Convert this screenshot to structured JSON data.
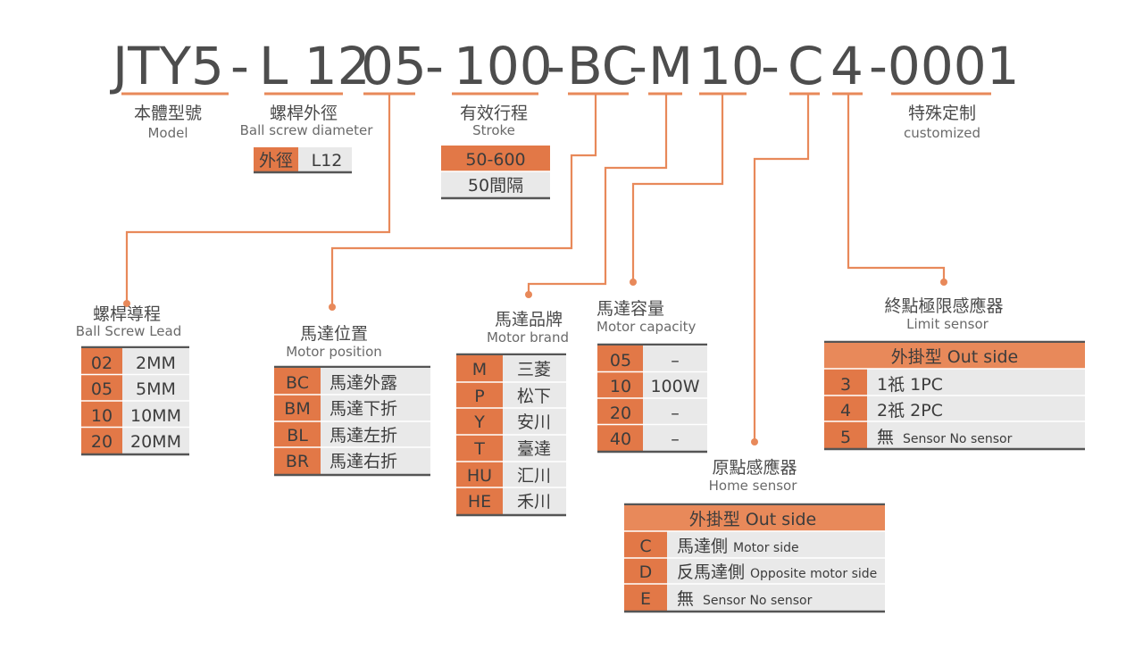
{
  "colors": {
    "accent": "#e8895a",
    "accent_dark": "#e27847",
    "gray_cell": "#e9e9e9",
    "border": "#555555",
    "text": "#4a4a4a"
  },
  "code": {
    "model": "JTY5",
    "d1": "-",
    "screw": "L 12",
    "lead": "05",
    "d2": "-",
    "stroke": "100",
    "d3": "-",
    "motor_pos": "BC",
    "d4": "-",
    "brand": "M",
    "capacity": "10",
    "d5": "-",
    "home": "C",
    "limit": "4",
    "custom": "-0001"
  },
  "model_label": {
    "cn": "本體型號",
    "en": "Model"
  },
  "screw_dia": {
    "cn": "螺桿外徑",
    "en": "Ball screw diameter",
    "key": "外徑",
    "val": "L12"
  },
  "stroke": {
    "cn": "有效行程",
    "en": "Stroke",
    "range": "50-600",
    "step": "50間隔"
  },
  "custom_label": {
    "cn": "特殊定制",
    "en": "customized"
  },
  "lead": {
    "cn": "螺桿導程",
    "en": "Ball Screw Lead",
    "rows": [
      {
        "code": "02",
        "desc": "2MM"
      },
      {
        "code": "05",
        "desc": "5MM"
      },
      {
        "code": "10",
        "desc": "10MM"
      },
      {
        "code": "20",
        "desc": "20MM"
      }
    ]
  },
  "motor_pos": {
    "cn": "馬達位置",
    "en": "Motor position",
    "rows": [
      {
        "code": "BC",
        "desc": "馬達外露"
      },
      {
        "code": "BM",
        "desc": "馬達下折"
      },
      {
        "code": "BL",
        "desc": "馬達左折"
      },
      {
        "code": "BR",
        "desc": "馬達右折"
      }
    ]
  },
  "brand": {
    "cn": "馬達品牌",
    "en": "Motor brand",
    "rows": [
      {
        "code": "M",
        "desc": "三菱"
      },
      {
        "code": "P",
        "desc": "松下"
      },
      {
        "code": "Y",
        "desc": "安川"
      },
      {
        "code": "T",
        "desc": "臺達"
      },
      {
        "code": "HU",
        "desc": "汇川"
      },
      {
        "code": "HE",
        "desc": "禾川"
      }
    ]
  },
  "capacity": {
    "cn": "馬達容量",
    "en": "Motor capacity",
    "rows": [
      {
        "code": "05",
        "desc": "–"
      },
      {
        "code": "10",
        "desc": "100W"
      },
      {
        "code": "20",
        "desc": "–"
      },
      {
        "code": "40",
        "desc": "–"
      }
    ]
  },
  "home": {
    "cn": "原點感應器",
    "en": "Home sensor",
    "header": "外掛型 Out side",
    "rows": [
      {
        "code": "C",
        "cn": "馬達側",
        "en": "Motor side"
      },
      {
        "code": "D",
        "cn": "反馬達側",
        "en": "Opposite motor side"
      },
      {
        "code": "E",
        "cn": "無",
        "en": "Sensor No sensor"
      }
    ]
  },
  "limit": {
    "cn": "終點極限感應器",
    "en": "Limit sensor",
    "header": "外掛型 Out side",
    "rows": [
      {
        "code": "3",
        "cn": "1祇 1PC",
        "en": ""
      },
      {
        "code": "4",
        "cn": "2祇 2PC",
        "en": ""
      },
      {
        "code": "5",
        "cn": "無",
        "en": "Sensor No sensor"
      }
    ]
  }
}
